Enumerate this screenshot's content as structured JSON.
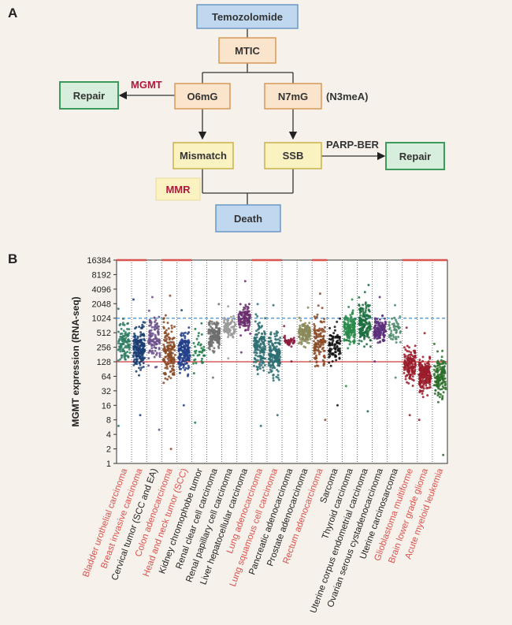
{
  "panel_a": {
    "letter": "A",
    "nodes": {
      "temozolomide": "Temozolomide",
      "mtic": "MTIC",
      "o6mg": "O6mG",
      "n7mg": "N7mG",
      "repair_left": "Repair",
      "mismatch": "Mismatch",
      "ssb": "SSB",
      "repair_right": "Repair",
      "death": "Death"
    },
    "labels": {
      "mgmt": "MGMT",
      "n3mea": "(N3meA)",
      "parp_ber": "PARP-BER",
      "mmr": "MMR"
    },
    "colors": {
      "blue_fill": "#bfd8f0",
      "blue_stroke": "#6a98c6",
      "orange_fill": "#fbe4cc",
      "orange_stroke": "#d79a5a",
      "green_fill": "#d8eedc",
      "green_stroke": "#3d9a5c",
      "yellow_fill": "#fbf2c2",
      "yellow_stroke": "#c8b24a",
      "red_text": "#b0183c"
    }
  },
  "panel_b": {
    "letter": "B",
    "chart_data": {
      "type": "scatter",
      "ylabel": "MGMT expression (RNA-seq)",
      "yscale": "log2",
      "ylim": [
        1,
        16384
      ],
      "yticks": [
        "1",
        "2",
        "4",
        "8",
        "16",
        "32",
        "64",
        "128",
        "256",
        "512",
        "1024",
        "2048",
        "4096",
        "8192",
        "16384"
      ],
      "reference_lines": [
        {
          "value": 1024,
          "style": "dashed",
          "color": "#3f8fd6"
        },
        {
          "value": 128,
          "style": "solid",
          "color": "#d43c3c"
        }
      ],
      "categories": [
        {
          "name": "Bladder urothelial carcinoma",
          "highlight": true,
          "median": 300,
          "low": 6,
          "high": 1600,
          "n": 110,
          "color": "#2f7d62"
        },
        {
          "name": "Breast invasive carcinoma",
          "highlight": true,
          "median": 250,
          "low": 10,
          "high": 2500,
          "n": 200,
          "color": "#1c3f73"
        },
        {
          "name": "Cervical tumor (SCC and EA)",
          "highlight": false,
          "median": 400,
          "low": 5,
          "high": 2800,
          "n": 110,
          "color": "#6a4f8a"
        },
        {
          "name": "Colon adenocarcinoma",
          "highlight": true,
          "median": 200,
          "low": 2,
          "high": 3000,
          "n": 160,
          "color": "#8a4a26"
        },
        {
          "name": "Head and neck tumor (SCC)",
          "highlight": true,
          "median": 200,
          "low": 16,
          "high": 1500,
          "n": 180,
          "color": "#233f8a"
        },
        {
          "name": "Kidney chromophobe tumor",
          "highlight": false,
          "median": 220,
          "low": 7,
          "high": 800,
          "n": 40,
          "color": "#1f7d4a"
        },
        {
          "name": "Renal clear cell carcinoma",
          "highlight": false,
          "median": 450,
          "low": 60,
          "high": 2000,
          "n": 150,
          "color": "#6e6e6e"
        },
        {
          "name": "Renal papillary cell carcinoma",
          "highlight": false,
          "median": 700,
          "low": 150,
          "high": 1800,
          "n": 90,
          "color": "#9a9a9a"
        },
        {
          "name": "Liver hepatocellular carcinoma",
          "highlight": false,
          "median": 1000,
          "low": 200,
          "high": 6000,
          "n": 120,
          "color": "#6b2f6f"
        },
        {
          "name": "Lung adenocarcinoma",
          "highlight": true,
          "median": 260,
          "low": 6,
          "high": 2000,
          "n": 160,
          "color": "#2d6e72"
        },
        {
          "name": "Lung squamous cell carcinoma",
          "highlight": true,
          "median": 180,
          "low": 10,
          "high": 1900,
          "n": 170,
          "color": "#2d6e72"
        },
        {
          "name": "Pancreatic adenocarcinoma",
          "highlight": false,
          "median": 350,
          "low": 130,
          "high": 700,
          "n": 40,
          "color": "#8a1c3c"
        },
        {
          "name": "Prostate adenocarcinoma",
          "highlight": false,
          "median": 500,
          "low": 130,
          "high": 1700,
          "n": 140,
          "color": "#8a8a5a"
        },
        {
          "name": "Rectum adenocarcinoma",
          "highlight": true,
          "median": 350,
          "low": 8,
          "high": 3300,
          "n": 130,
          "color": "#8a4a26"
        },
        {
          "name": "Sarcoma",
          "highlight": false,
          "median": 300,
          "low": 16,
          "high": 1000,
          "n": 90,
          "color": "#111111"
        },
        {
          "name": "Thyroid carcinoma",
          "highlight": false,
          "median": 600,
          "low": 40,
          "high": 2500,
          "n": 150,
          "color": "#2a8a4a"
        },
        {
          "name": "Uterine corpus endometrial carcinoma",
          "highlight": false,
          "median": 800,
          "low": 12,
          "high": 5000,
          "n": 170,
          "color": "#1c6f3f"
        },
        {
          "name": "Ovarian serous cystadenocarcinoma",
          "highlight": false,
          "median": 600,
          "low": 130,
          "high": 2800,
          "n": 140,
          "color": "#5a2f7a"
        },
        {
          "name": "Uterine carcinosarcoma",
          "highlight": false,
          "median": 550,
          "low": 60,
          "high": 1900,
          "n": 50,
          "color": "#4a8a6a"
        },
        {
          "name": "Glioblastoma multiforme",
          "highlight": true,
          "median": 110,
          "low": 10,
          "high": 650,
          "n": 150,
          "color": "#9a1c2a"
        },
        {
          "name": "Brain lower grade glioma",
          "highlight": true,
          "median": 70,
          "low": 8,
          "high": 500,
          "n": 200,
          "color": "#9a1c2a"
        },
        {
          "name": "Acute myeloid leukemia",
          "highlight": true,
          "median": 60,
          "low": 1.5,
          "high": 300,
          "n": 150,
          "color": "#2a6e2a"
        }
      ],
      "label_colors": {
        "highlight": "#d9534f",
        "normal": "#222222"
      }
    }
  }
}
